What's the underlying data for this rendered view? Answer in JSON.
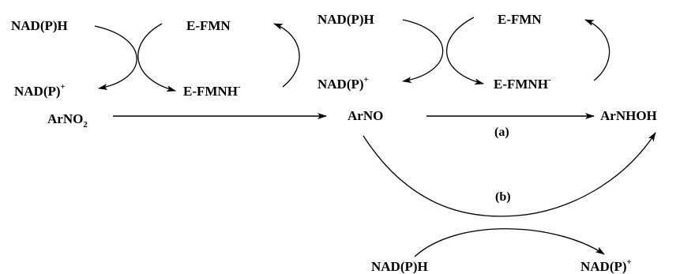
{
  "colors": {
    "ink": "#000000",
    "background": "#ffffff"
  },
  "cycle_left": {
    "cofactor_reduced": "NAD(P)H",
    "cofactor_oxidized": "NAD(P)",
    "cofactor_oxidized_charge": "+",
    "enzyme_oxidized": "E-FMN",
    "enzyme_reduced": "E-FMNH",
    "enzyme_reduced_charge": "-"
  },
  "cycle_right": {
    "cofactor_reduced": "NAD(P)H",
    "cofactor_oxidized": "NAD(P)",
    "cofactor_oxidized_charge": "+",
    "enzyme_oxidized": "E-FMN",
    "enzyme_reduced": "E-FMNH",
    "enzyme_reduced_charge": "-"
  },
  "chain": {
    "substrate": "ArNO",
    "substrate_subscript": "2",
    "intermediate": "ArNO",
    "product": "ArNHOH"
  },
  "pathways": {
    "a_label": "(a)",
    "b_label": "(b)"
  },
  "bottom_cofactors": {
    "reduced": "NAD(P)H",
    "oxidized": "NAD(P)",
    "oxidized_charge": "+"
  }
}
